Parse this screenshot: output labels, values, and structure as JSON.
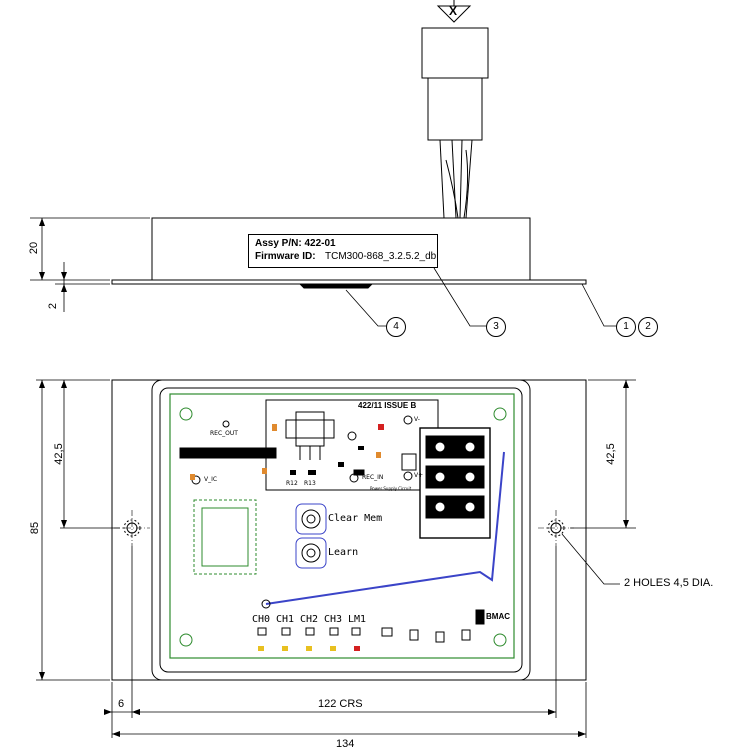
{
  "side_view": {
    "label_line1": "Assy P/N: 422-01",
    "label_line2_key": "Firmware ID:",
    "label_line2_value": "TCM300-868_3.2.5.2_db",
    "connector_mark": "X",
    "dim_height": "20",
    "dim_flange": "2",
    "balloons": [
      "4",
      "3",
      "1",
      "2"
    ]
  },
  "top_view": {
    "dim_overall_height": "85",
    "dim_left_half": "42,5",
    "dim_right_half": "42,5",
    "dim_edge": "6",
    "dim_crs": "122 CRS",
    "dim_width": "134",
    "holes_note": "2 HOLES 4,5 DIA."
  },
  "pcb": {
    "issue": "422/11 ISSUE B",
    "rec_out": "REC_OUT",
    "rec_in": "REC_IN",
    "v_ic": "V_IC",
    "v_minus": "V-",
    "v_plus": "V+",
    "r12": "R12",
    "r13": "R13",
    "clear_mem": "Clear Mem",
    "learn": "Learn",
    "channels": [
      "CH0",
      "CH1",
      "CH2",
      "CH3",
      "LM1"
    ],
    "brand": "BMAC",
    "power_supply": "Power Supply Circuit"
  },
  "colors": {
    "line": "#000000",
    "pcb_outline": "#2e8b2e",
    "wire": "#3b44c8",
    "smd": "#e08a2e",
    "led_red": "#d42020",
    "led_yellow": "#e8c020"
  }
}
